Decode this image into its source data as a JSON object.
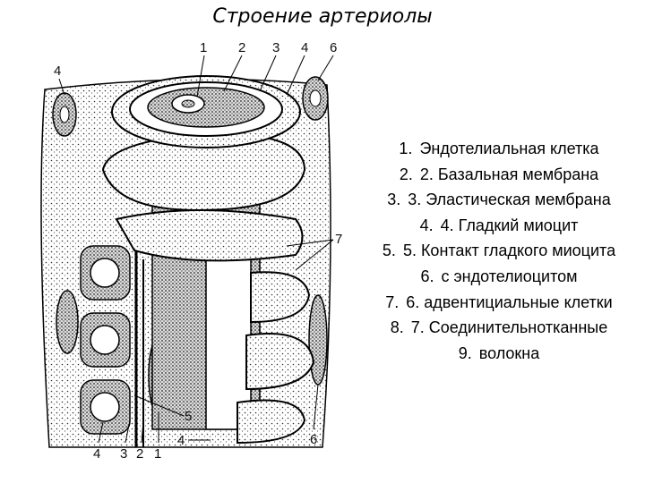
{
  "title": "Строение артериолы",
  "legend": [
    {
      "num": "1.",
      "text": "Эндотелиальная клетка"
    },
    {
      "num": "2.",
      "text": "2. Базальная мембрана"
    },
    {
      "num": "3.",
      "text": "3. Эластическая мембрана"
    },
    {
      "num": "4.",
      "text": "4. Гладкий миоцит"
    },
    {
      "num": "5.",
      "text": "5. Контакт гладкого миоцита"
    },
    {
      "num": "6.",
      "text": "с эндотелиоцитом"
    },
    {
      "num": "7.",
      "text": "6. адвентициальные клетки"
    },
    {
      "num": "8.",
      "text": "7. Соединительнотканные"
    },
    {
      "num": "9.",
      "text": "волокна"
    }
  ],
  "diagram_labels": {
    "top": [
      "1",
      "2",
      "3",
      "4",
      "6"
    ],
    "left_top": "4",
    "right": "7",
    "bottom_right": "6",
    "mid_right": "5",
    "bottom_mid": "4",
    "bottom": [
      "4",
      "3",
      "2",
      "1"
    ]
  }
}
